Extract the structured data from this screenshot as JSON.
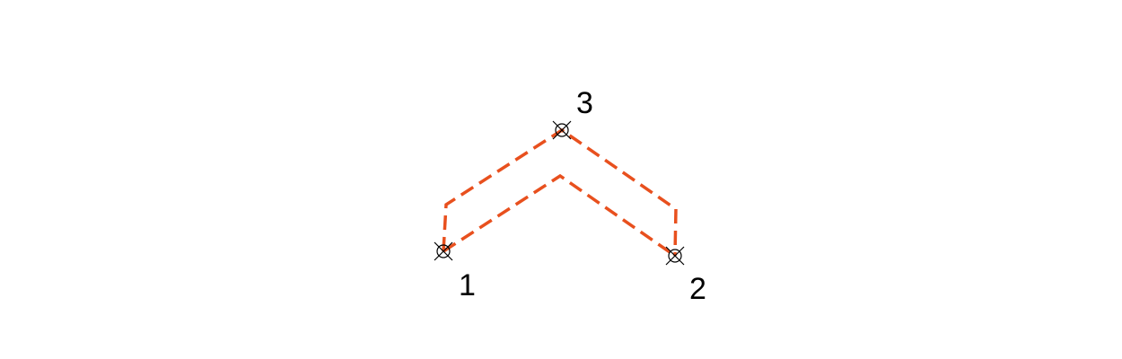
{
  "diagram": {
    "points": [
      {
        "label": "1",
        "marker": "circle-cross-marker-icon"
      },
      {
        "label": "2",
        "marker": "circle-cross-marker-icon"
      },
      {
        "label": "3",
        "marker": "circle-cross-marker-icon"
      }
    ],
    "colors": {
      "path": "#e8501e",
      "marker": "#000000",
      "label": "#000000",
      "background": "#ffffff"
    },
    "path_style": "dashed"
  }
}
